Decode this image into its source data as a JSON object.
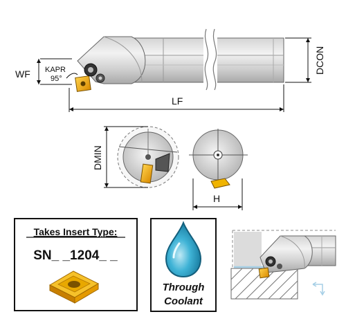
{
  "dimensions": {
    "wf": "WF",
    "kapr_label": "KAPR",
    "kapr_value": "95°",
    "lf": "LF",
    "dcon": "DCON",
    "dmin": "DMIN",
    "h": "H"
  },
  "insert_box": {
    "title": "Takes Insert Type:",
    "code": "SN_ _1204_ _"
  },
  "coolant_box": {
    "line1": "Through",
    "line2": "Coolant"
  },
  "colors": {
    "body_light": "#e6e6e6",
    "body_mid": "#c4c4c4",
    "body_dark": "#8a8a8a",
    "insert_gold": "#f0b400",
    "insert_orange": "#d98a00",
    "coolant_blue": "#2aa5c9",
    "coolant_arrow": "#a6cfe6"
  },
  "icons": {
    "coolant": "water-drop-icon",
    "insert": "square-insert-icon",
    "feed": "feed-direction-icon"
  }
}
